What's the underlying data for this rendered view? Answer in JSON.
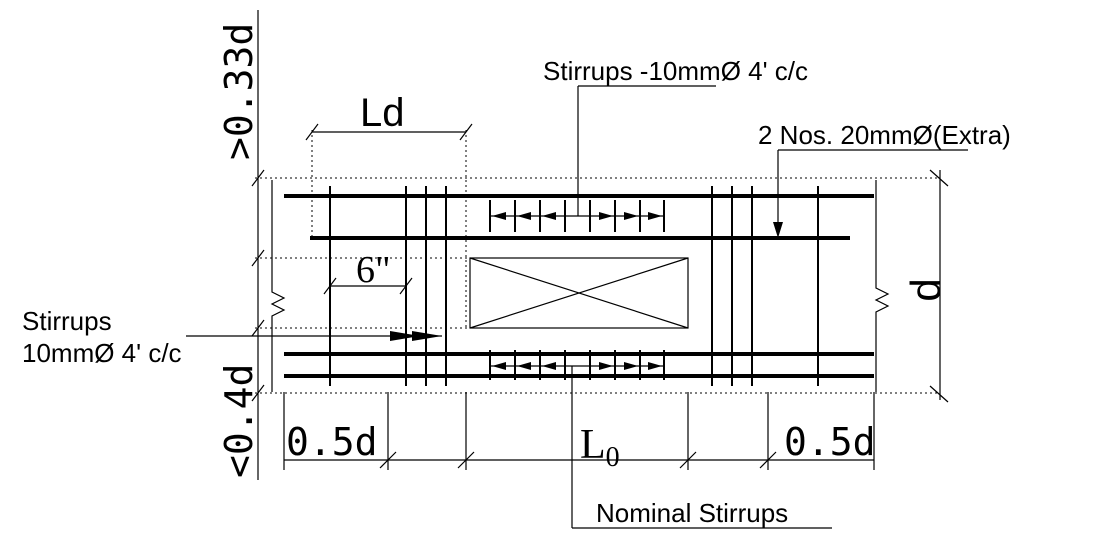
{
  "labels": {
    "top_stirrups": "Stirrups -10mmØ 4' c/c",
    "extra_bars": "2 Nos. 20mmØ(Extra)",
    "ld": "Ld",
    "six_inch": "6\"",
    "left_stirrups_line1": "Stirrups",
    "left_stirrups_line2": "10mmØ 4' c/c",
    "depth": "d",
    "top_vertical": ">0.33d",
    "bottom_vertical": "<0.4d",
    "left_half_d": "0.5d",
    "right_half_d": "0.5d",
    "l0_main": "L",
    "l0_sub": "0",
    "nominal_stirrups": "Nominal Stirrups"
  }
}
